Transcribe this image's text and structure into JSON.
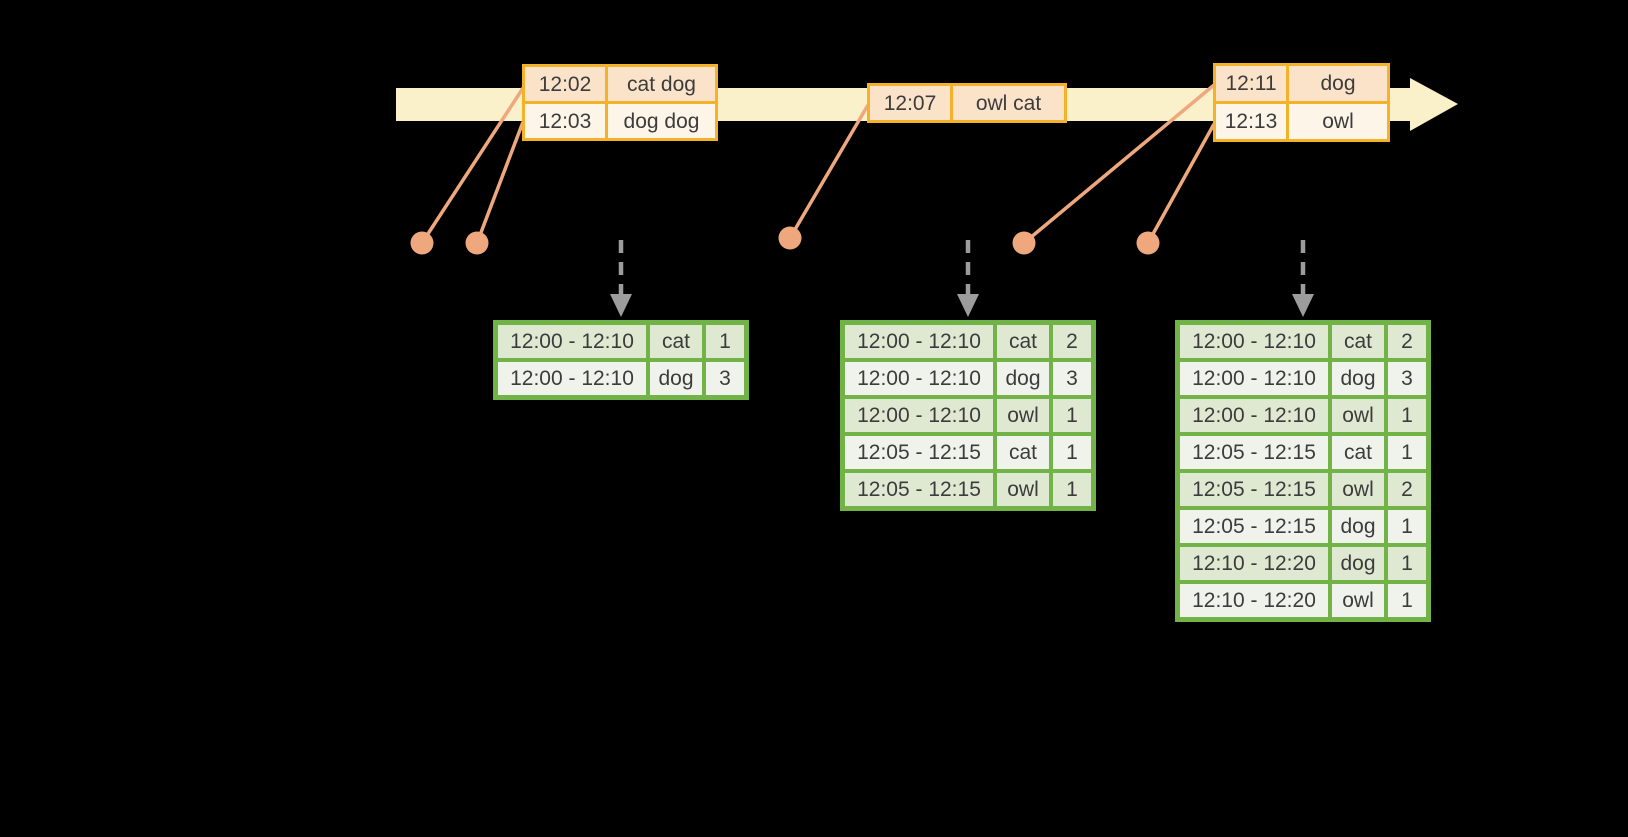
{
  "palette": {
    "background": "#000000",
    "timeline": "#FAF0C9",
    "event_border": "#F3B229",
    "event_row_dark": "#FBE3C9",
    "event_row_light": "#FDF5E7",
    "connector": "#EFA87E",
    "result_border": "#72B347",
    "result_row_dark": "#DFE9D2",
    "result_row_light": "#F0F3EB",
    "arrow_gray": "#9C9C9C",
    "text": "#3C3C3C"
  },
  "event_tables": [
    {
      "id": "event-table-1",
      "rows": [
        [
          "12:02",
          "cat dog"
        ],
        [
          "12:03",
          "dog dog"
        ]
      ]
    },
    {
      "id": "event-table-2",
      "rows": [
        [
          "12:07",
          "owl cat"
        ]
      ]
    },
    {
      "id": "event-table-3",
      "rows": [
        [
          "12:11",
          "dog"
        ],
        [
          "12:13",
          "owl"
        ]
      ]
    }
  ],
  "result_tables": [
    {
      "id": "result-table-1",
      "rows": [
        [
          "12:00 - 12:10",
          "cat",
          "1"
        ],
        [
          "12:00 - 12:10",
          "dog",
          "3"
        ]
      ]
    },
    {
      "id": "result-table-2",
      "rows": [
        [
          "12:00 - 12:10",
          "cat",
          "2"
        ],
        [
          "12:00 - 12:10",
          "dog",
          "3"
        ],
        [
          "12:00 - 12:10",
          "owl",
          "1"
        ],
        [
          "12:05 - 12:15",
          "cat",
          "1"
        ],
        [
          "12:05 - 12:15",
          "owl",
          "1"
        ]
      ]
    },
    {
      "id": "result-table-3",
      "rows": [
        [
          "12:00 - 12:10",
          "cat",
          "2"
        ],
        [
          "12:00 - 12:10",
          "dog",
          "3"
        ],
        [
          "12:00 - 12:10",
          "owl",
          "1"
        ],
        [
          "12:05 - 12:15",
          "cat",
          "1"
        ],
        [
          "12:05 - 12:15",
          "owl",
          "2"
        ],
        [
          "12:05 - 12:15",
          "dog",
          "1"
        ],
        [
          "12:10 - 12:20",
          "dog",
          "1"
        ],
        [
          "12:10 - 12:20",
          "owl",
          "1"
        ]
      ]
    }
  ]
}
